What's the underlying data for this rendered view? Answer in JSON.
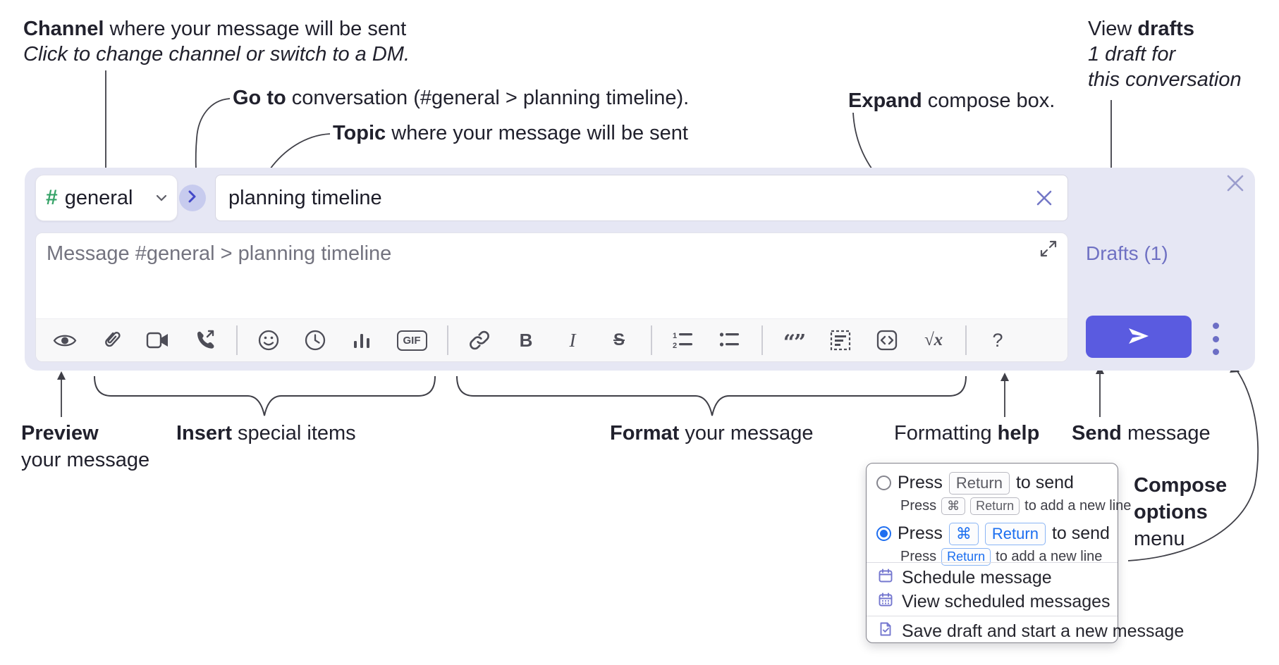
{
  "annotations": {
    "channel": {
      "bold": "Channel",
      "rest": " where your message will be sent",
      "line2": "Click to change channel or switch to a DM."
    },
    "goto": {
      "bold": "Go to",
      "rest": " conversation (#general > planning timeline)."
    },
    "topic": {
      "bold": "Topic",
      "rest": " where your message will be sent"
    },
    "expand": {
      "bold": "Expand",
      "rest": " compose box."
    },
    "view_drafts": {
      "line1_regular": "View ",
      "line1_bold": "drafts",
      "line2": "1 draft for",
      "line3": "this conversation"
    },
    "preview": {
      "bold": "Preview",
      "line2": "your message"
    },
    "insert": {
      "bold": "Insert",
      "rest": " special items"
    },
    "format": {
      "bold": "Format",
      "rest": " your message"
    },
    "formatting_help": {
      "regular": "Formatting ",
      "bold": "help"
    },
    "send": {
      "bold": "Send",
      "rest": " message"
    },
    "compose_options": {
      "line1": "Compose",
      "line2": "options",
      "line3": "menu"
    }
  },
  "compose": {
    "channel_selector": {
      "hash": "#",
      "name": "general"
    },
    "topic_value": "planning timeline",
    "message_placeholder": "Message #general > planning timeline",
    "drafts_label": "Drafts (1)",
    "toolbar_icon_names": [
      "preview-eye",
      "attach-paperclip",
      "video-camera",
      "phone-call",
      "emoji-smiley",
      "clock",
      "bar-chart",
      "gif",
      "link",
      "bold",
      "italic",
      "strikethrough",
      "ordered-list",
      "bulleted-list",
      "blockquote",
      "snippet",
      "code-block",
      "formula",
      "help"
    ],
    "glyphs": {
      "bold": "B",
      "italic": "I",
      "strike": "S",
      "gif": "GIF",
      "quote": "“”",
      "formula": "√x",
      "help": "?"
    }
  },
  "popup": {
    "option_return": {
      "prefix": "Press",
      "key1": "Return",
      "suffix": "to send",
      "selected": false,
      "sub": {
        "prefix": "Press",
        "key1": "⌘",
        "key2": "Return",
        "suffix": "to add a new line"
      }
    },
    "option_cmd_return": {
      "prefix": "Press",
      "key1": "⌘",
      "key2": "Return",
      "suffix": "to send",
      "selected": true,
      "sub": {
        "prefix": "Press",
        "key1": "Return",
        "suffix": "to add a new line"
      }
    },
    "items": [
      "Schedule message",
      "View scheduled messages",
      "Save draft and start a new message"
    ]
  },
  "colors": {
    "panel_bg": "#e6e7f4",
    "send_button": "#5a5be0",
    "drafts_link": "#6f71c3",
    "hash_green": "#36a368",
    "selected_radio_blue": "#1e6ef0",
    "menu_icon_purple": "#7477cf",
    "annotation_text": "#21212d"
  }
}
